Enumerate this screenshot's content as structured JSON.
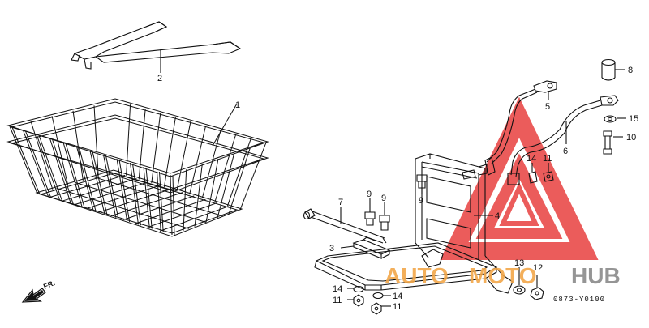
{
  "diagram": {
    "diagram_code": "0873-Y0100",
    "direction_label": "FR.",
    "parts": [
      {
        "ref": "1",
        "part": "wire-basket"
      },
      {
        "ref": "2",
        "part": "basket-stay"
      },
      {
        "ref": "3",
        "part": "clamp-plate"
      },
      {
        "ref": "4",
        "part": "battery-bracket"
      },
      {
        "ref": "5",
        "part": "cable-upper"
      },
      {
        "ref": "6",
        "part": "cable-lower"
      },
      {
        "ref": "7",
        "part": "long-bolt"
      },
      {
        "ref": "8",
        "part": "collar"
      },
      {
        "ref": "9",
        "part": "bolt"
      },
      {
        "ref": "10",
        "part": "bolt"
      },
      {
        "ref": "11",
        "part": "nut"
      },
      {
        "ref": "12",
        "part": "nut"
      },
      {
        "ref": "13",
        "part": "washer"
      },
      {
        "ref": "14",
        "part": "washer"
      },
      {
        "ref": "15",
        "part": "washer"
      }
    ]
  },
  "watermark": {
    "text_auto": "AUTO",
    "text_moto": "MOTO",
    "text_hub": "HUB",
    "color_red": "#e8403f",
    "color_orange": "#f2a74a",
    "color_gray": "#8a8a8a"
  }
}
